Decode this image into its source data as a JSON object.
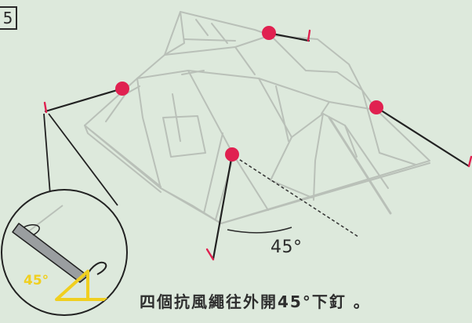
{
  "step": {
    "number": "5"
  },
  "diagram": {
    "angle_label": "45°",
    "inset_angle_label": "45°",
    "caption": "四個抗風繩往外開45°下釘 。"
  },
  "colors": {
    "background": "#dde9dc",
    "tent_outline": "#b9c0b8",
    "guy_line": "#222222",
    "anchor_point": "#e02150",
    "stake_mark": "#e02150",
    "inset_angle": "#f0cf1f"
  }
}
